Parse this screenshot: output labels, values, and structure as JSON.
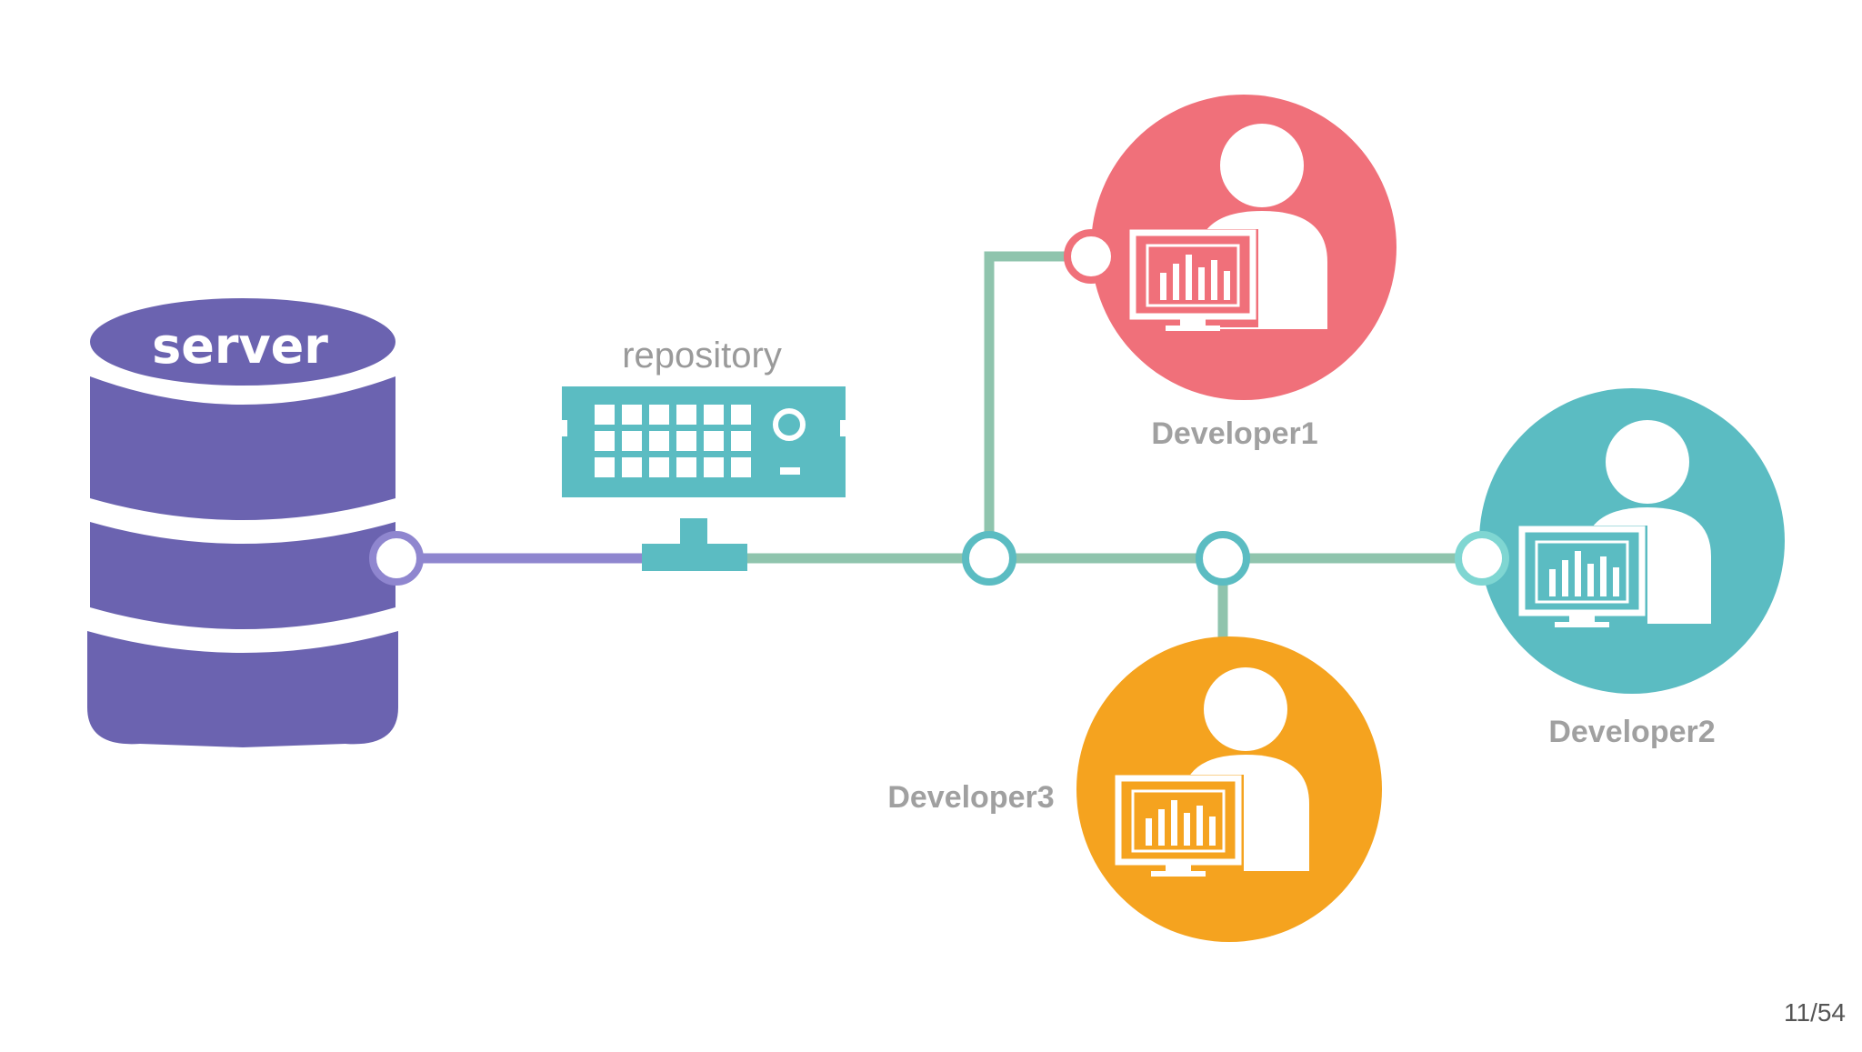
{
  "diagram": {
    "server": {
      "label": "server",
      "color": "#6b63b0"
    },
    "repository": {
      "label": "repository",
      "color": "#5bbcc2"
    },
    "developers": [
      {
        "id": "developer1",
        "label": "Developer1",
        "color": "#f0707a"
      },
      {
        "id": "developer2",
        "label": "Developer2",
        "color": "#5bbcc2"
      },
      {
        "id": "developer3",
        "label": "Developer3",
        "color": "#f5a31f"
      }
    ],
    "connections": [
      {
        "from": "server",
        "to": "repository"
      },
      {
        "from": "repository",
        "to": "developer1"
      },
      {
        "from": "repository",
        "to": "developer3"
      },
      {
        "from": "repository",
        "to": "developer2"
      }
    ],
    "line_colors": {
      "server_link": "#8f86cf",
      "network": "#8fc4ad"
    }
  },
  "footer": {
    "page_number": "11/54"
  }
}
